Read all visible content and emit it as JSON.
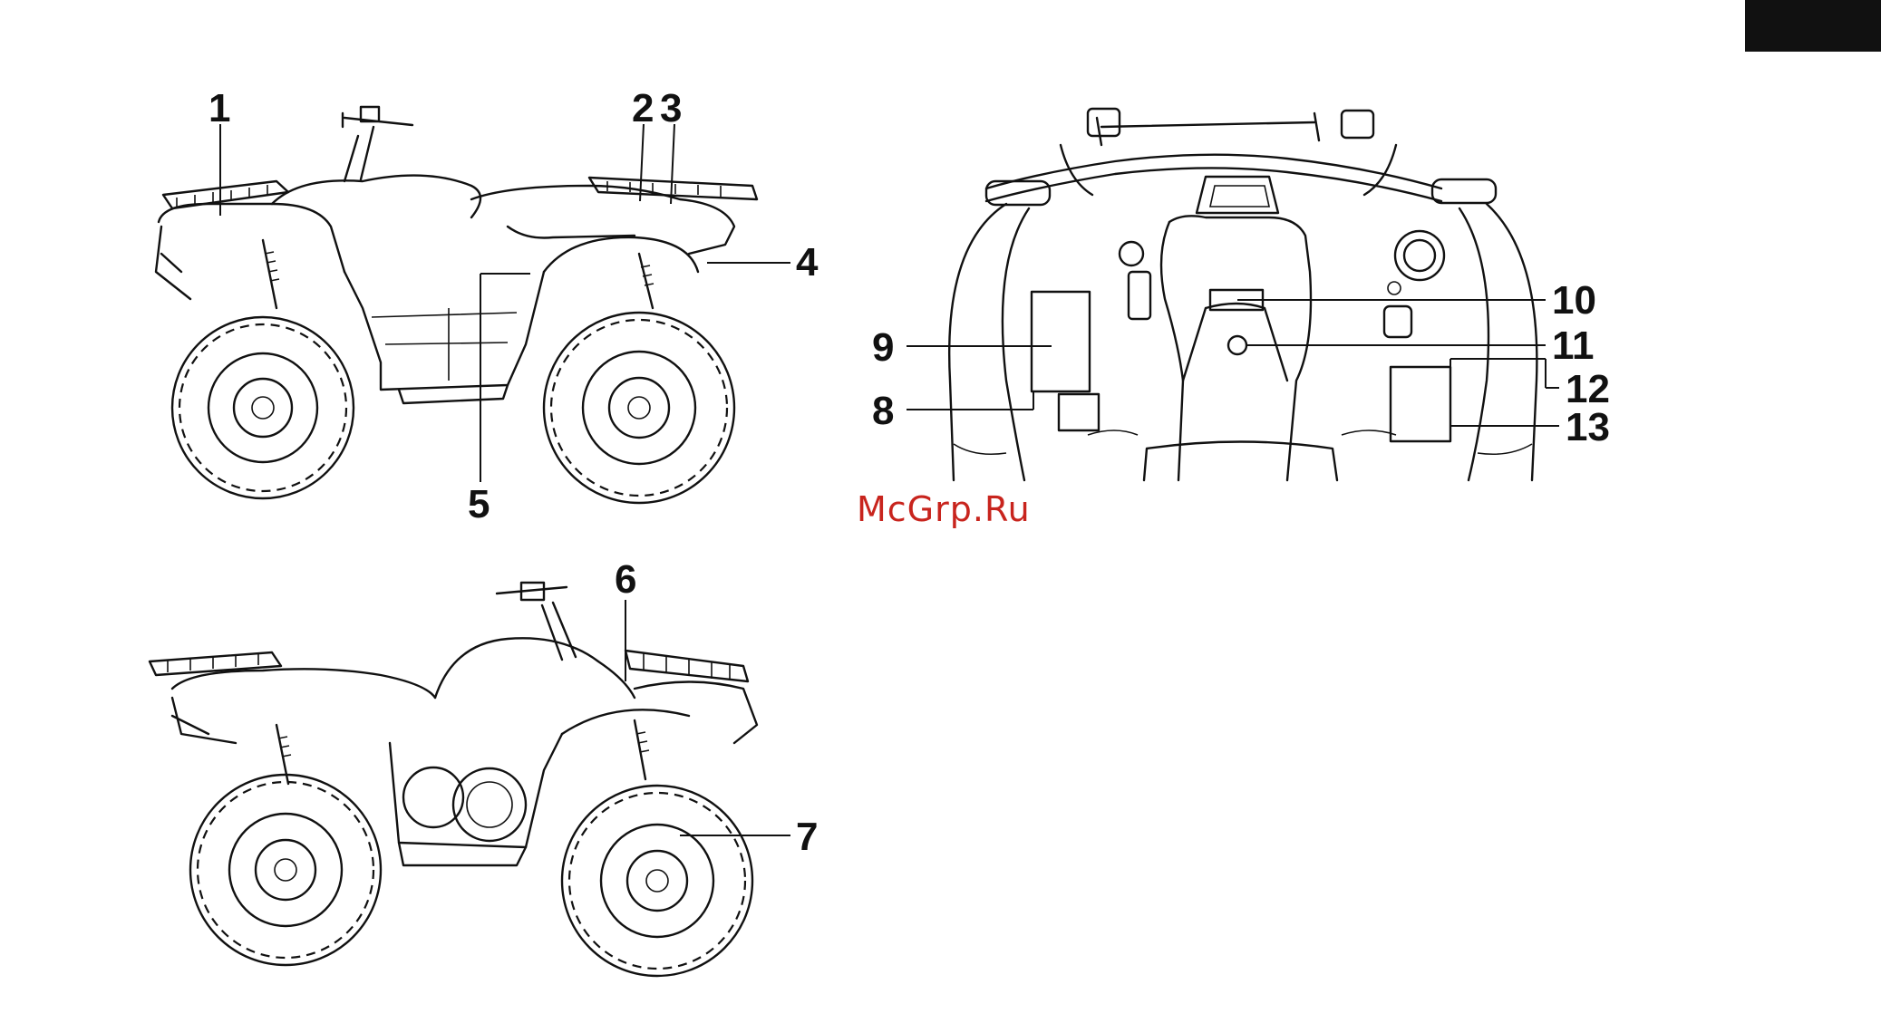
{
  "diagram": {
    "side_view_right": {
      "callouts": [
        "1",
        "2",
        "3",
        "4",
        "5"
      ]
    },
    "side_view_left": {
      "callouts": [
        "6",
        "7"
      ]
    },
    "top_view": {
      "callouts": [
        "8",
        "9",
        "10",
        "11",
        "12",
        "13"
      ]
    }
  },
  "watermark": {
    "text": "McGrp.Ru",
    "color": "#c8241d"
  },
  "colors": {
    "line": "#111111",
    "background": "#ffffff"
  }
}
